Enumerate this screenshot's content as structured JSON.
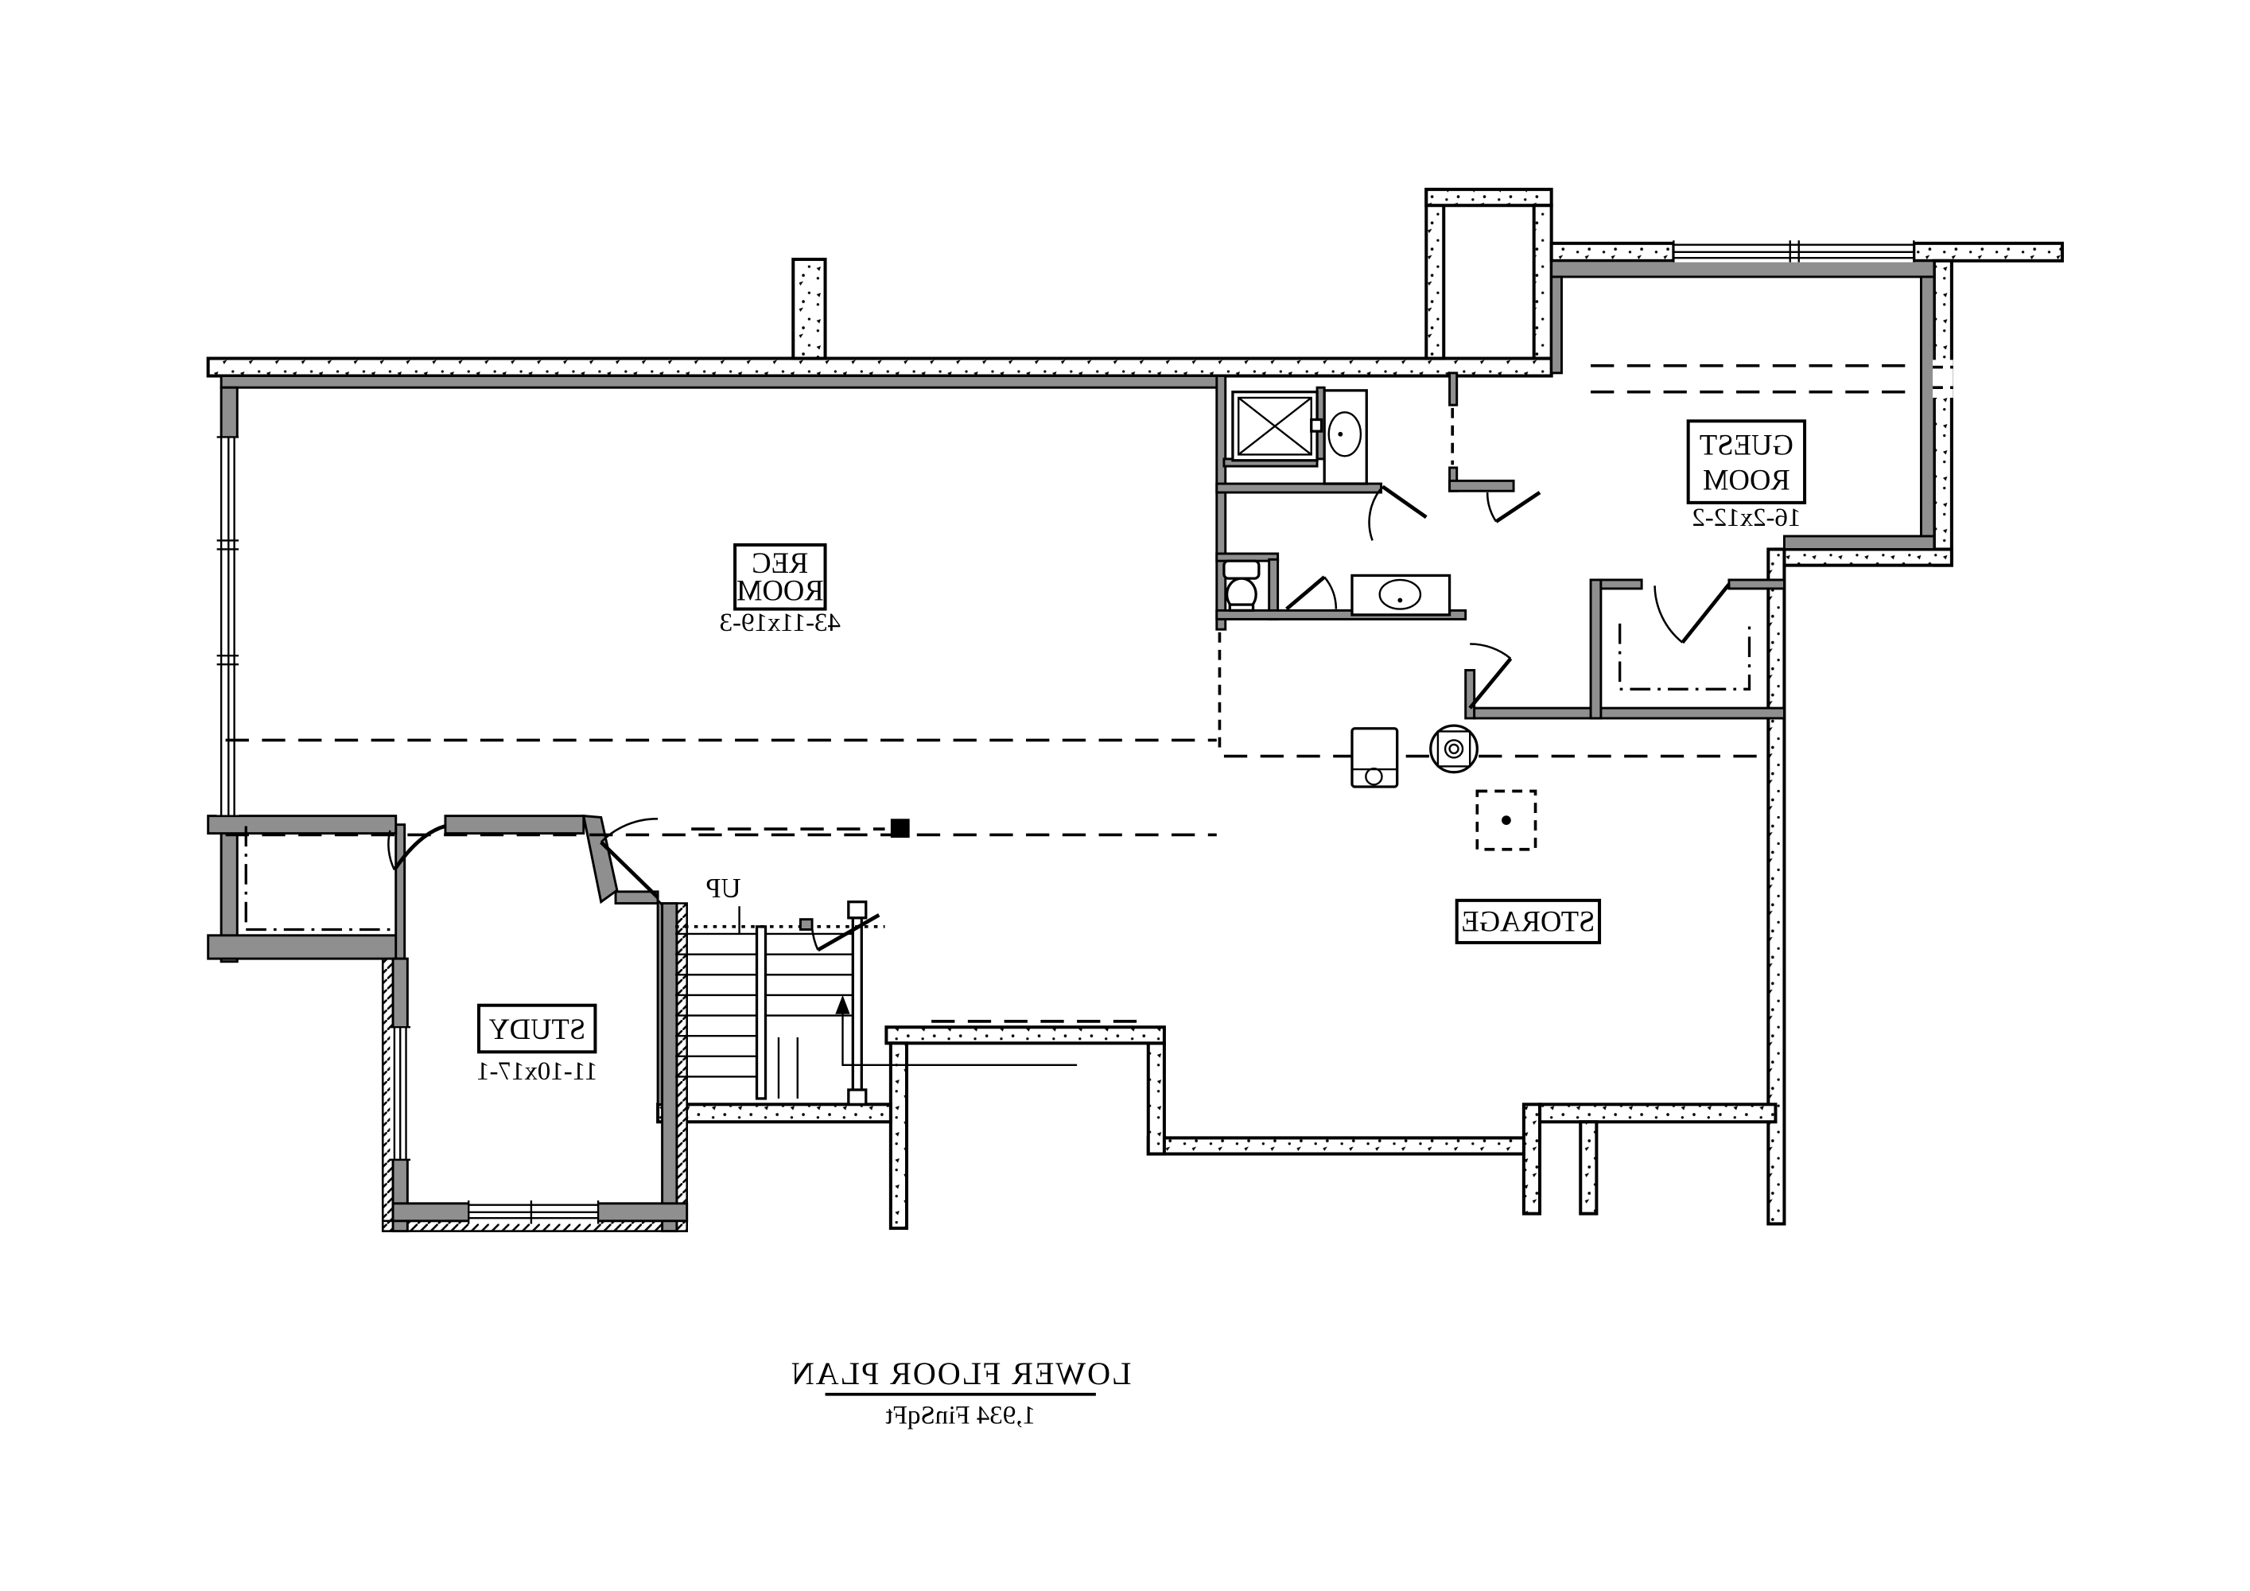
{
  "title": {
    "text": "LOWER FLOOR PLAN",
    "area": "1,934 FinSqFt"
  },
  "rooms": {
    "rec": {
      "line1": "REC",
      "line2": "ROOM",
      "dims": "43-11x19-3"
    },
    "guest": {
      "line1": "GUEST",
      "line2": "ROOM",
      "dims": "16-2x12-2"
    },
    "storage": {
      "name": "STORAGE"
    },
    "study": {
      "name": "STUDY",
      "dims": "11-10x17-1"
    }
  },
  "stairs": {
    "direction_label": "UP"
  },
  "icons": {
    "shower": "shower-x-icon",
    "sink": "oval-sink-icon",
    "toilet": "toilet-icon",
    "furnace": "furnace-icon",
    "water_heater": "water-heater-icon",
    "floor_drain": "dashed-pad-with-drain"
  },
  "colors": {
    "background": "#ffffff",
    "line": "#000000",
    "wall_gray": "#8f8f8f"
  },
  "orientation": "mirrored-text-plan"
}
